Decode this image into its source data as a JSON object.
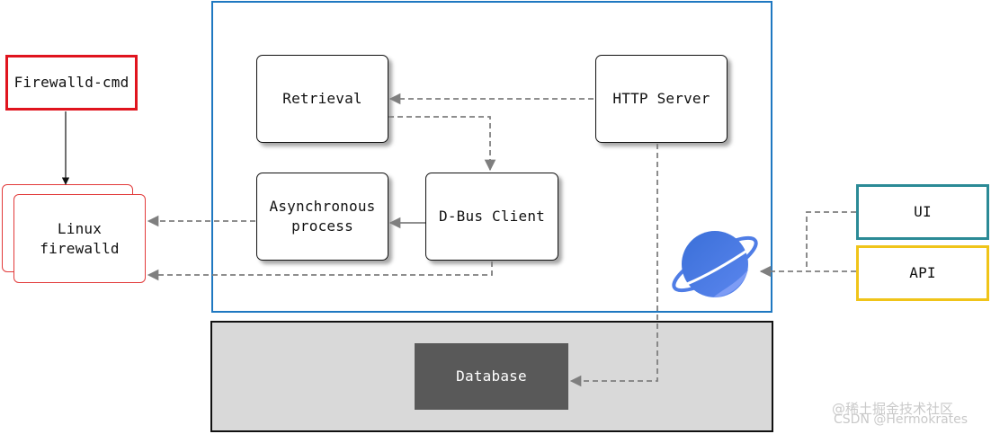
{
  "nodes": {
    "firewalld_cmd": "Firewalld-cmd",
    "linux_firewalld": "Linux\nfirewalld",
    "retrieval": "Retrieval",
    "http_server": "HTTP Server",
    "async_process": "Asynchronous\nprocess",
    "dbus_client": "D-Bus Client",
    "database": "Database",
    "ui": "UI",
    "api": "API"
  },
  "icons": {
    "planet": "planet-icon"
  },
  "colors": {
    "main_panel_border": "#1f78c1",
    "firewalld_cmd_border": "#e0141e",
    "linux_firewalld_border": "#e23a3a",
    "ui_border": "#2b8a96",
    "api_border": "#f0c419",
    "database_fill": "#595959",
    "database_panel_fill": "#d9d9d9",
    "dashed_edge": "#7f7f7f"
  },
  "watermark": {
    "line1": "@稀土掘金技术社区",
    "line2": "CSDN @Hermokrates"
  }
}
